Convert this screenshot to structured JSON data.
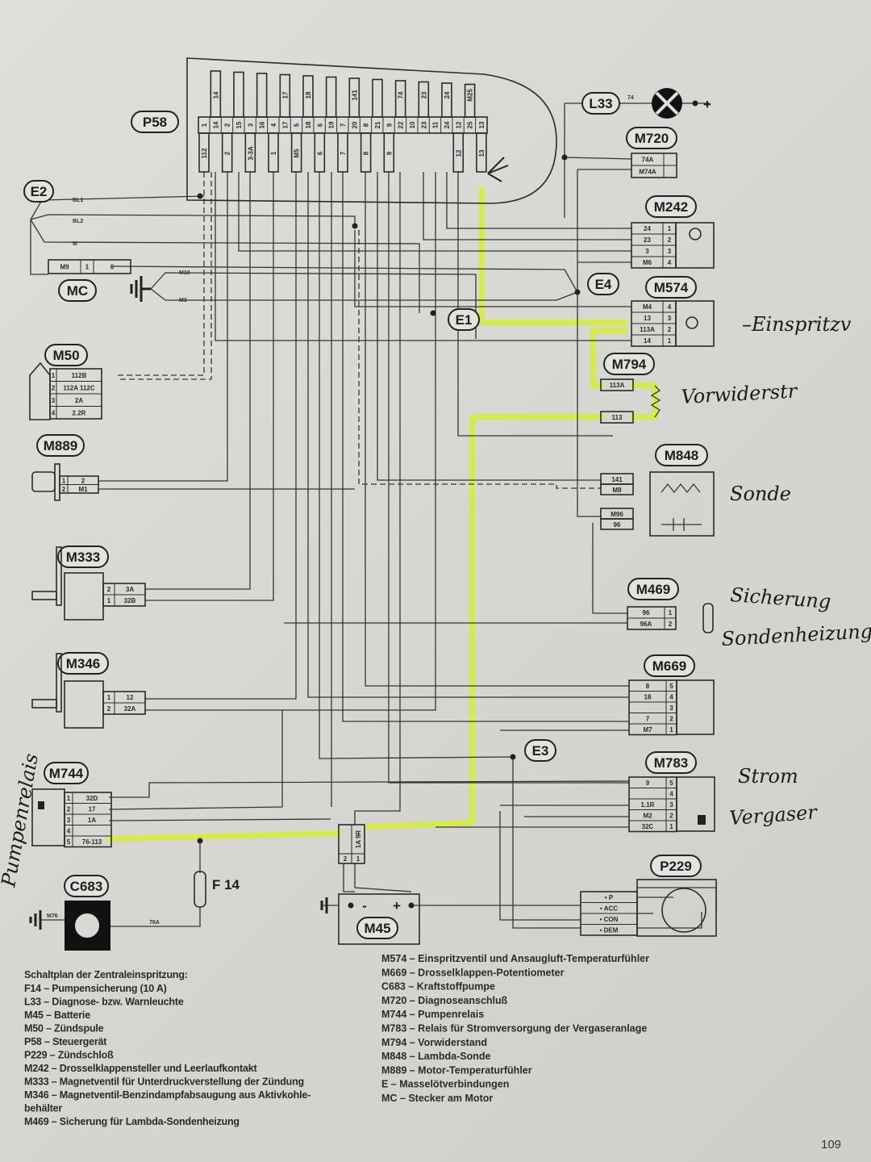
{
  "page_number": "109",
  "ecu": {
    "label": "P58",
    "pin_numbers": [
      "1",
      "14",
      "2",
      "15",
      "3",
      "16",
      "4",
      "17",
      "5",
      "18",
      "6",
      "19",
      "7",
      "20",
      "8",
      "21",
      "9",
      "22",
      "10",
      "23",
      "11",
      "24",
      "12",
      "25",
      "13"
    ],
    "upper_labels": [
      "14",
      "",
      "",
      "17",
      "18",
      "",
      "141",
      "",
      "74",
      "23",
      "24",
      "M25"
    ],
    "lower_labels": [
      "112",
      "2",
      "3-3A",
      "1",
      "M5",
      "6",
      "7",
      "8",
      "9",
      "",
      "",
      "12",
      "13"
    ]
  },
  "components": {
    "L33": {
      "label": "L33",
      "wire": "74",
      "plus": "+"
    },
    "M720": {
      "label": "M720",
      "rows": [
        [
          "74A",
          ""
        ],
        [
          "M74A",
          ""
        ]
      ]
    },
    "M242": {
      "label": "M242",
      "rows": [
        [
          "24",
          "1"
        ],
        [
          "23",
          "2"
        ],
        [
          "3",
          "3"
        ],
        [
          "M6",
          "4"
        ]
      ]
    },
    "M574": {
      "label": "M574",
      "rows": [
        [
          "M4",
          "4"
        ],
        [
          "13",
          "3"
        ],
        [
          "113A",
          "2"
        ],
        [
          "14",
          "1"
        ]
      ]
    },
    "M794": {
      "label": "M794",
      "rows": [
        [
          "113A"
        ],
        [
          "113"
        ]
      ]
    },
    "M848": {
      "label": "M848",
      "rows": [
        [
          "141"
        ],
        [
          "M8"
        ],
        [
          "M96"
        ],
        [
          "96"
        ]
      ]
    },
    "M469": {
      "label": "M469",
      "rows": [
        [
          "96",
          "1"
        ],
        [
          "96A",
          "2"
        ]
      ]
    },
    "M669": {
      "label": "M669",
      "rows": [
        [
          "8",
          "5"
        ],
        [
          "18",
          "4"
        ],
        [
          "",
          "3"
        ],
        [
          "7",
          "2"
        ],
        [
          "M7",
          "1"
        ]
      ]
    },
    "M783": {
      "label": "M783",
      "rows": [
        [
          "9",
          "5"
        ],
        [
          "",
          "4"
        ],
        [
          "1.1R",
          "3"
        ],
        [
          "M2",
          "2"
        ],
        [
          "32C",
          "1"
        ]
      ]
    },
    "P229": {
      "label": "P229",
      "rows": [
        [
          "• P"
        ],
        [
          "• ACC"
        ],
        [
          "• CON"
        ],
        [
          "• DEM"
        ]
      ]
    },
    "M50": {
      "label": "M50",
      "rows": [
        [
          "1",
          "112B"
        ],
        [
          "2",
          "112A 112C"
        ],
        [
          "3",
          "2A"
        ],
        [
          "4",
          "2.2R"
        ]
      ]
    },
    "M889": {
      "label": "M889",
      "rows": [
        [
          "1",
          "2"
        ],
        [
          "2",
          "M1"
        ]
      ]
    },
    "M333": {
      "label": "M333",
      "rows": [
        [
          "2",
          "3A"
        ],
        [
          "1",
          "32B"
        ]
      ]
    },
    "M346": {
      "label": "M346",
      "rows": [
        [
          "1",
          "12"
        ],
        [
          "2",
          "32A"
        ]
      ]
    },
    "M744": {
      "label": "M744",
      "rows": [
        [
          "1",
          "32D"
        ],
        [
          "2",
          "17"
        ],
        [
          "3",
          "1A"
        ],
        [
          "4",
          ""
        ],
        [
          "5",
          "76-113"
        ]
      ]
    },
    "MC": {
      "label": "MC",
      "rows": [
        [
          "M9",
          "1",
          "6"
        ]
      ]
    },
    "C683": {
      "label": "C683",
      "ground_wire": "M76",
      "wire": "76A"
    },
    "M45": {
      "label": "M45",
      "minus": "-",
      "plus": "+"
    },
    "F14": {
      "label": "F 14"
    },
    "relay_connector": {
      "pins": [
        "2",
        "1"
      ],
      "wire": "1A 9R"
    }
  },
  "ground_points": {
    "E1": "E1",
    "E2": "E2",
    "E3": "E3",
    "E4": "E4"
  },
  "wire_labels": {
    "BL1": "BL1",
    "BL2": "BL2",
    "M": "M",
    "M10": "M10",
    "M3": "M3"
  },
  "legend_left": {
    "title": "Schaltplan der Zentraleinspritzung:",
    "items": [
      "F14 – Pumpensicherung (10 A)",
      "L33 – Diagnose- bzw. Warnleuchte",
      "M45 – Batterie",
      "M50 – Zündspule",
      "P58 – Steuergerät",
      "P229 – Zündschloß",
      "M242 – Drosselklappensteller und Leerlaufkontakt",
      "M333 – Magnetventil für Unterdruckverstellung der Zündung",
      "M346 – Magnetventil-Benzindampfabsaugung aus Aktivkohle-",
      "behälter",
      "M469 – Sicherung für Lambda-Sondenheizung"
    ]
  },
  "legend_right": {
    "items": [
      "M574 – Einspritzventil und Ansaugluft-Temperaturfühler",
      "M669 – Drosselklappen-Potentiometer",
      "C683 – Kraftstoffpumpe",
      "M720 – Diagnoseanschluß",
      "M744 – Pumpenrelais",
      "M783 – Relais für Stromversorgung der Vergaseranlage",
      "M794 – Vorwiderstand",
      "M848 – Lambda-Sonde",
      "M889 – Motor-Temperaturfühler",
      "E – Masselötverbindungen",
      "MC – Stecker am Motor"
    ]
  },
  "annotations": [
    "–Einspritzv",
    "Vorwiderstr",
    "Sonde",
    "Sicherung",
    "Sondenheizung",
    "Strom",
    "Vergaser",
    "Pumpenrelais"
  ]
}
